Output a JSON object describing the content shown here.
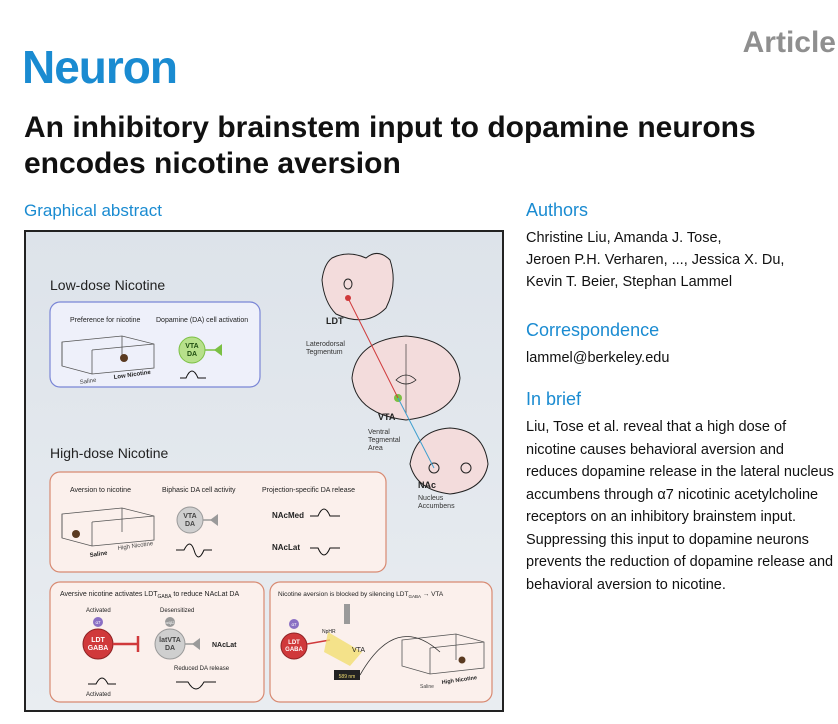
{
  "journal": "Neuron",
  "article_type": "Article",
  "title": "An inhibitory brainstem input to dopamine neurons encodes nicotine aversion",
  "graphical_abstract": {
    "heading": "Graphical abstract",
    "low_dose": {
      "title": "Low-dose Nicotine",
      "preference_label": "Preference for nicotine",
      "da_activation_label": "Dopamine (DA) cell activation",
      "saline": "Saline",
      "low_nicotine": "Low Nicotine",
      "vta_label": "VTA",
      "da_label": "DA"
    },
    "brain": {
      "ldt": "LDT",
      "ldt_full_1": "Laterodorsal",
      "ldt_full_2": "Tegmentum",
      "vta": "VTA",
      "vta_full_1": "Ventral",
      "vta_full_2": "Tegmental",
      "vta_full_3": "Area",
      "nac": "NAc",
      "nac_full_1": "Nucleus",
      "nac_full_2": "Accumbens"
    },
    "high_dose": {
      "title": "High-dose Nicotine",
      "aversion_label": "Aversion to nicotine",
      "biphasic_label": "Biphasic DA cell activity",
      "projection_label": "Projection-specific DA release",
      "saline": "Saline",
      "high_nicotine": "High Nicotine",
      "vta_label": "VTA",
      "da_label": "DA",
      "nacmed": "NAcMed",
      "naclat": "NAcLat"
    },
    "bottom_left": {
      "title_pre": "Aversive nicotine activates LDT",
      "title_sub": "GABA",
      "title_post": " to reduce NAcLat DA",
      "activated_top": "Activated",
      "desensitized": "Desensitized",
      "a7": "α7",
      "a4b2": "α4β2",
      "ldt": "LDT",
      "gaba": "GABA",
      "latvta": "latVTA",
      "da": "DA",
      "naclat": "NAcLat",
      "reduced": "Reduced DA release",
      "activated_bottom": "Activated"
    },
    "bottom_right": {
      "title_pre": "Nicotine aversion is blocked by silencing LDT",
      "title_sub": "GABA",
      "title_post": " → VTA",
      "a7": "α7",
      "ldt": "LDT",
      "gaba": "GABA",
      "nphr": "NpHR",
      "vta": "VTA",
      "laser": "589 nm",
      "saline": "Saline",
      "high_nicotine": "High Nicotine"
    }
  },
  "authors": {
    "heading": "Authors",
    "lines": [
      "Christine Liu, Amanda J. Tose,",
      "Jeroen P.H. Verharen, ..., Jessica X. Du,",
      "Kevin T. Beier, Stephan Lammel"
    ]
  },
  "correspondence": {
    "heading": "Correspondence",
    "email": "lammel@berkeley.edu"
  },
  "in_brief": {
    "heading": "In brief",
    "text": "Liu, Tose et al. reveal that a high dose of nicotine causes behavioral aversion and reduces dopamine release in the lateral nucleus accumbens through α7 nicotinic acetylcholine receptors on an inhibitory brainstem input. Suppressing this input to dopamine neurons prevents the reduction of dopamine release and behavioral aversion to nicotine."
  },
  "colors": {
    "brand_blue": "#1a8bd1",
    "ldt_red": "#d0393b",
    "vta_green": "#7bc043",
    "gray": "#8f8f8f"
  }
}
